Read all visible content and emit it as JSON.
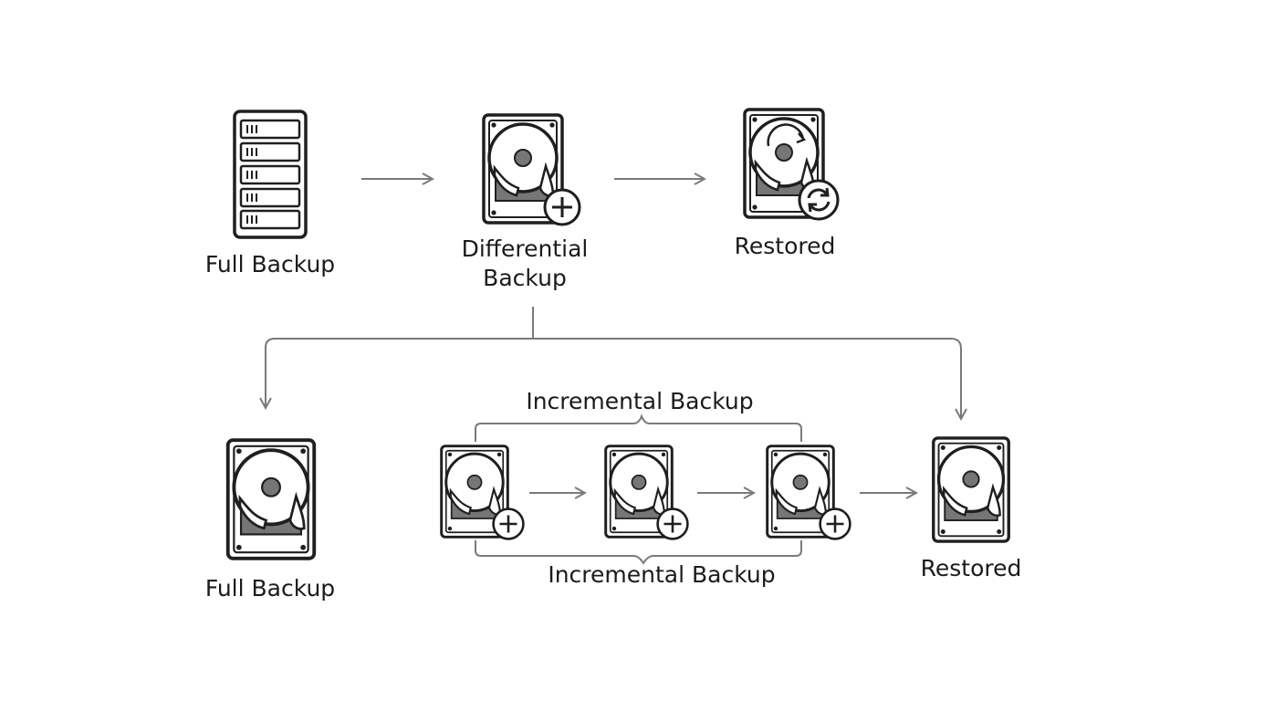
{
  "top_row": {
    "full_backup_label": "Full Backup",
    "differential_label": "Differential Backup",
    "restored_label": "Restored"
  },
  "bottom_row": {
    "full_backup_label": "Full Backup",
    "incremental_top_label": "Incremental Backup",
    "incremental_bottom_label": "Incremental Backup",
    "restored_label": "Restored"
  },
  "icons": {
    "server": "server-rack-icon",
    "disk": "hard-drive-icon",
    "add": "plus-circle-icon",
    "restore": "refresh-circle-icon"
  },
  "colors": {
    "stroke": "#1f1f1f",
    "connector": "#7a7a7a",
    "shade": "#767676"
  }
}
